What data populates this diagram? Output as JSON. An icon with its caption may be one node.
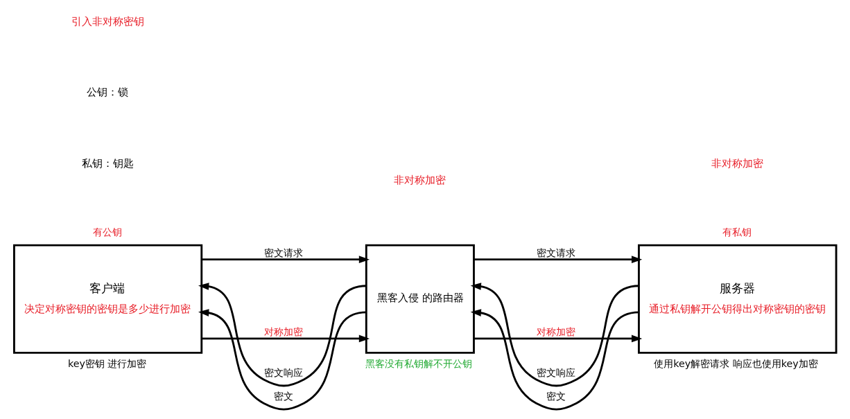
{
  "diagram": {
    "nodes": [
      {
        "text": [
          "客户端",
          "决定对称密钥的密钥是多少进行加密"
        ],
        "beside": [
          "有公钥",
          "key密钥 进行加密"
        ]
      },
      {
        "text": [
          "黑客入侵 的路由器"
        ],
        "beside": [
          "黑客没有私钥解不开公钥"
        ]
      },
      {
        "text": [
          "服务器",
          "通过私钥解开公钥得出对称密钥的密钥"
        ],
        "beside": [
          "有私钥",
          "使用key解密请求 响应也使用key加密"
        ]
      }
    ],
    "edges": [
      {
        "from": 0,
        "to": 1,
        "arrow": "to",
        "label": "密文请求"
      },
      {
        "from": 1,
        "to": 0,
        "arrow": "to",
        "label": "密文响应"
      },
      {
        "from": 1,
        "to": 0,
        "arrow": "to",
        "label": "密文"
      },
      {
        "from": 0,
        "to": 1,
        "arrow": "to",
        "label": "对称加密"
      },
      {
        "from": 1,
        "to": 2,
        "arrow": "to",
        "label": "密文请求"
      },
      {
        "from": 2,
        "to": 1,
        "arrow": "to",
        "label": "密文响应"
      },
      {
        "from": 2,
        "to": 1,
        "arrow": "to",
        "label": "密文"
      },
      {
        "from": 1,
        "to": 2,
        "arrow": "to",
        "label": "对称加密"
      }
    ],
    "labels": [
      "引入非对称密钥",
      "公钥：锁",
      "私钥：钥匙",
      "非对称加密",
      "非对称加密"
    ]
  }
}
